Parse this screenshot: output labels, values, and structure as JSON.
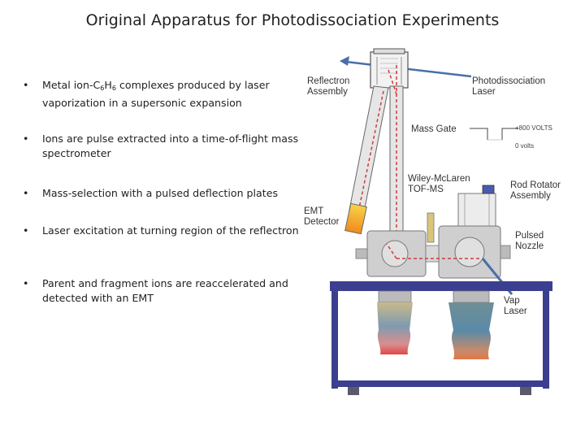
{
  "slide": {
    "title": "Original Apparatus for Photodissociation Experiments"
  },
  "bullets": [
    {
      "pre": "Metal ion-C",
      "sub1": "6",
      "mid": "H",
      "sub2": "6",
      "post": " complexes produced by laser vaporization  in a supersonic expansion"
    },
    {
      "text": "Ions are pulse extracted into a time-of-flight mass spectrometer"
    },
    {
      "text": "Mass-selection with a pulsed deflection plates"
    },
    {
      "text": "Laser excitation at turning region of the reflectron"
    },
    {
      "text": "Parent and fragment ions are reaccelerated and detected with an EMT"
    }
  ],
  "bullet_symbol": "•",
  "diagram": {
    "reflectron_label": [
      "Reflectron",
      "Assembly"
    ],
    "photodiss_label": [
      "Photodissociation",
      "Laser"
    ],
    "mass_gate_label": "Mass Gate",
    "mass_gate_high": "+800 VOLTS",
    "mass_gate_low": "0 volts",
    "tofms_label": [
      "Wiley-McLaren",
      "TOF-MS"
    ],
    "rod_label": [
      "Rod Rotator",
      "Assembly"
    ],
    "emt_label": [
      "EMT",
      "Detector"
    ],
    "nozzle_label": [
      "Pulsed",
      "Nozzle"
    ],
    "vap_label": [
      "Vap",
      "Laser"
    ]
  },
  "colors": {
    "laser_beam": "#4a6fa8",
    "ion_path": "#d23a3a",
    "table_frame": "#3b3f8f",
    "tube": "#e2e2e2",
    "chamber": "#c9c9c9"
  }
}
